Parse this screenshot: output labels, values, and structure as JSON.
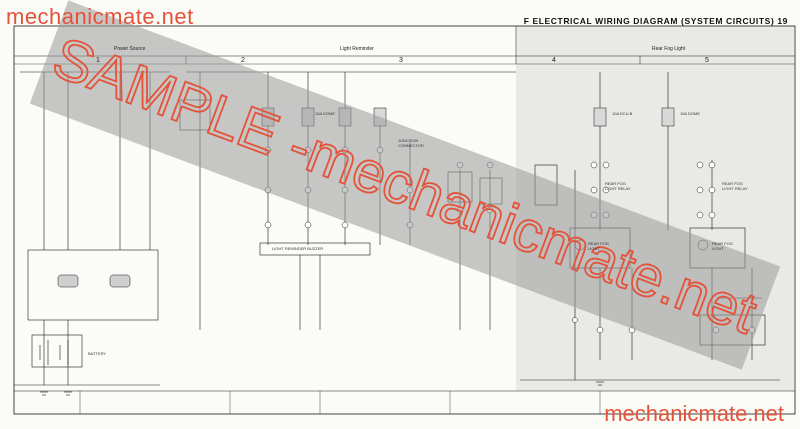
{
  "watermark": {
    "top_text": "mechanicmate.net",
    "center_text": "SAMPLE -mechanicmate.net",
    "bottom_text": "mechanicmate.net",
    "color": "#e5523a"
  },
  "header": {
    "title": "F ELECTRICAL WIRING DIAGRAM (SYSTEM CIRCUITS)",
    "page_number": "19"
  },
  "sections": [
    {
      "name": "Power Source"
    },
    {
      "name": "Light Reminder"
    },
    {
      "name": "Rear Fog Light"
    }
  ],
  "column_numbers": [
    "1",
    "2",
    "3",
    "4",
    "5"
  ],
  "labels": {
    "battery": "BATTERY",
    "junction_connector": "JUNCTION CONNECTOR",
    "light_reminder_buzzer": "LIGHT REMINDER BUZZER",
    "rear_fog_light_relay_left": "REAR FOG LIGHT RELAY",
    "rear_fog_light_relay_right": "REAR FOG LIGHT RELAY",
    "rear_fog_light_left": "REAR FOG LIGHT",
    "rear_fog_light_right": "REAR FOG LIGHT",
    "fuse_a": "15A DOME",
    "fuse_b": "10A ECU-B",
    "fuse_c": "15A DOME"
  },
  "colors": {
    "background": "#fbfbf8",
    "shaded_panel": "#e9e9e6",
    "line": "#1a1a1a",
    "overlay": "#9a9a9a"
  }
}
